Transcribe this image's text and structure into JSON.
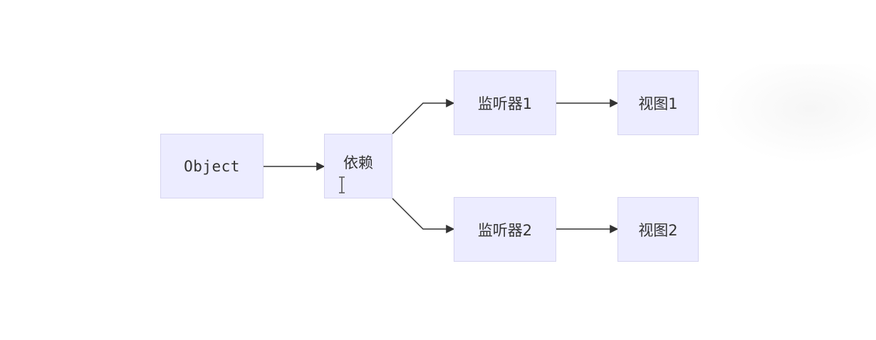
{
  "diagram": {
    "nodes": {
      "object": {
        "label": "Object"
      },
      "dependency": {
        "label": "依赖"
      },
      "listener1": {
        "label": "监听器1"
      },
      "listener2": {
        "label": "监听器2"
      },
      "view1": {
        "label": "视图1"
      },
      "view2": {
        "label": "视图2"
      }
    },
    "edges": [
      {
        "from": "object",
        "to": "dependency"
      },
      {
        "from": "dependency",
        "to": "listener1"
      },
      {
        "from": "dependency",
        "to": "listener2"
      },
      {
        "from": "listener1",
        "to": "view1"
      },
      {
        "from": "listener2",
        "to": "view2"
      }
    ],
    "colors": {
      "node_fill": "#ececff",
      "node_border": "#d6d4f0",
      "edge": "#333333",
      "text": "#333333"
    }
  }
}
